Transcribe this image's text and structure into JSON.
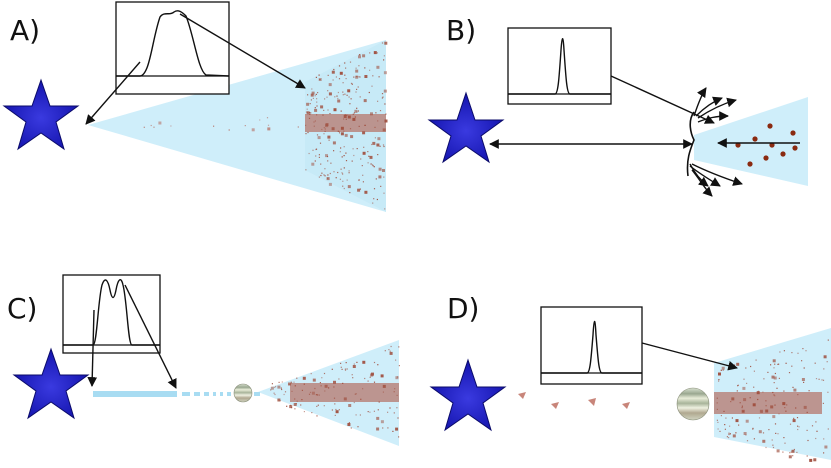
{
  "panels": [
    {
      "id": "A",
      "label": "A)"
    },
    {
      "id": "B",
      "label": "B)"
    },
    {
      "id": "C",
      "label": "C)"
    },
    {
      "id": "D",
      "label": "D)"
    }
  ],
  "icons": {
    "star": "blue-star",
    "planet": "banded-planet"
  },
  "colors": {
    "star": "#1a1ab8",
    "star_edge": "#0b0b6a",
    "beam": "#cfeefa",
    "dense_band": "#b8857c",
    "dust": "#a05040",
    "dust_dark": "#8a2a10"
  }
}
